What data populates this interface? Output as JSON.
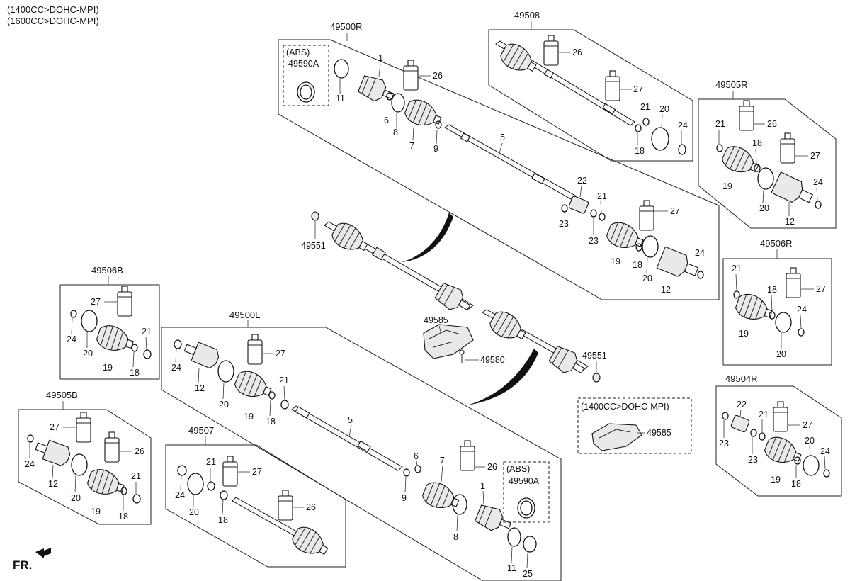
{
  "spec_lines": [
    "(1400CC>DOHC-MPI)",
    "(1600CC>DOHC-MPI)"
  ],
  "front_label": "FR.",
  "groups": {
    "g_49500R": "49500R",
    "g_49508": "49508",
    "g_49505R": "49505R",
    "g_49506R": "49506R",
    "g_49504R": "49504R",
    "g_49506B": "49506B",
    "g_49505B": "49505B",
    "g_49507": "49507",
    "g_49500L": "49500L"
  },
  "abs_boxes": [
    {
      "tag": "(ABS)",
      "part": "49590A"
    },
    {
      "tag": "(ABS)",
      "part": "49590A"
    }
  ],
  "engine_box": {
    "tag": "(1400CC>DOHC-MPI)",
    "part": "49585"
  },
  "part_labels": {
    "p49551": "49551",
    "p49585": "49585",
    "p49580": "49580",
    "p1": "1",
    "p5": "5",
    "p6": "6",
    "p7": "7",
    "p8": "8",
    "p9": "9",
    "p11": "11",
    "p12": "12",
    "p18": "18",
    "p19": "19",
    "p20": "20",
    "p21": "21",
    "p22": "22",
    "p23": "23",
    "p24": "24",
    "p25": "25",
    "p26": "26",
    "p27": "27"
  }
}
